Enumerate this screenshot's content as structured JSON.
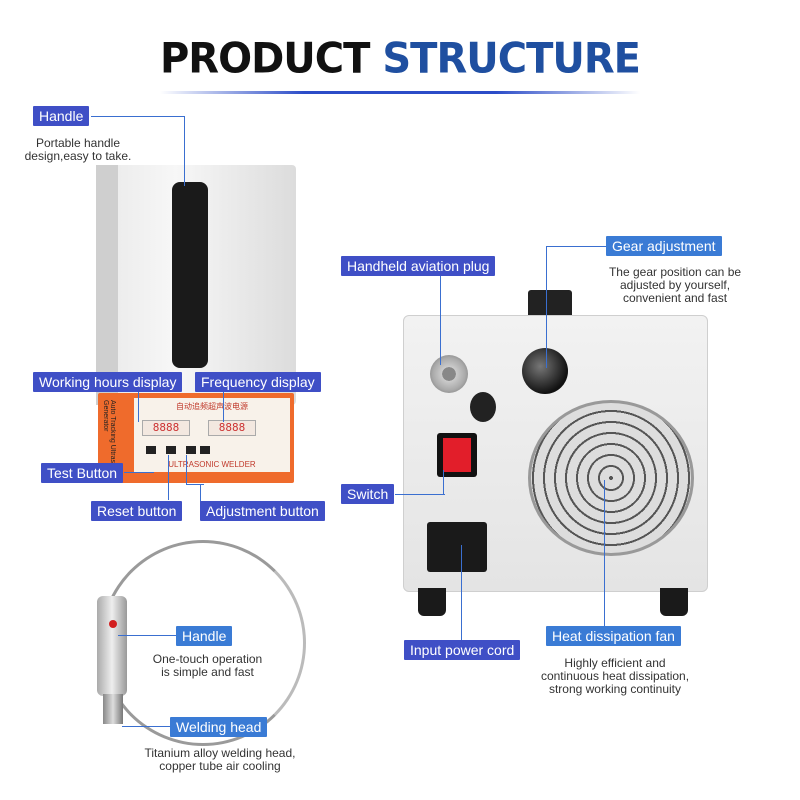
{
  "header": {
    "title_part1": "PRODUCT",
    "title_part2": "STRUCTURE"
  },
  "annotations": {
    "handle_top": {
      "label": "Handle",
      "desc_line1": "Portable handle",
      "desc_line2": "design,easy to take."
    },
    "working_hours": {
      "label": "Working hours display"
    },
    "frequency": {
      "label": "Frequency display"
    },
    "test_button": {
      "label": "Test Button"
    },
    "reset_button": {
      "label": "Reset button"
    },
    "adjustment_button": {
      "label": "Adjustment button"
    },
    "handheld_plug": {
      "label": "Handheld aviation plug"
    },
    "gear_adjustment": {
      "label": "Gear adjustment",
      "desc_line1": "The gear position can be",
      "desc_line2": "adjusted by yourself,",
      "desc_line3": "convenient and fast"
    },
    "switch": {
      "label": "Switch"
    },
    "input_power": {
      "label": "Input power cord"
    },
    "heat_fan": {
      "label": "Heat dissipation fan",
      "desc_line1": "Highly efficient and",
      "desc_line2": "continuous heat dissipation,",
      "desc_line3": "strong working continuity"
    },
    "handle_bottom": {
      "label": "Handle",
      "desc_line1": "One-touch operation",
      "desc_line2": "is simple and fast"
    },
    "welding_head": {
      "label": "Welding head",
      "desc_line1": "Titanium alloy welding head,",
      "desc_line2": "copper tube air cooling"
    }
  },
  "panel": {
    "title": "自动追频超声波电源",
    "brand": "ULTRASONIC WELDER",
    "side_text": "Auto Tracking Ultrasonic Generator",
    "display_left": "8888",
    "display_right": "8888"
  },
  "colors": {
    "accent_blue": "#3a7bd5",
    "accent_indigo": "#3f4fc6",
    "title_blue": "#1f4fa0"
  }
}
